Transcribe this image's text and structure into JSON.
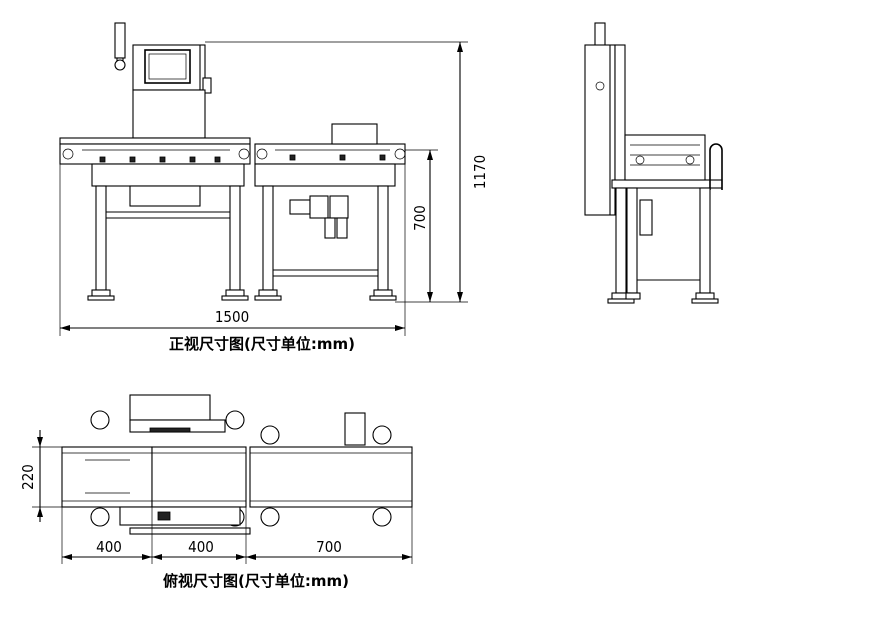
{
  "front_view": {
    "dim_total_height": "1170",
    "dim_table_height": "700",
    "dim_total_length": "1500",
    "caption": "正视尺寸图(尺寸单位:mm)"
  },
  "top_view": {
    "dim_width": "220",
    "dim_seg1": "400",
    "dim_seg2": "400",
    "dim_seg3": "700",
    "caption": "俯视尺寸图(尺寸单位:mm)"
  }
}
